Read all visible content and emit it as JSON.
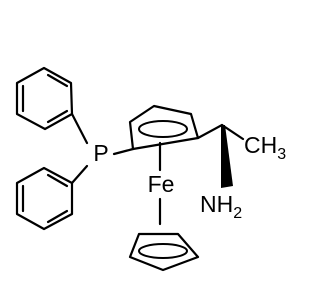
{
  "structure": {
    "atoms": {
      "phosphorus": "P",
      "iron": "Fe",
      "methyl": "CH",
      "methyl_sub": "3",
      "amine": "NH",
      "amine_sub": "2"
    }
  },
  "colors": {
    "ink": "#000000",
    "background": "#ffffff"
  }
}
